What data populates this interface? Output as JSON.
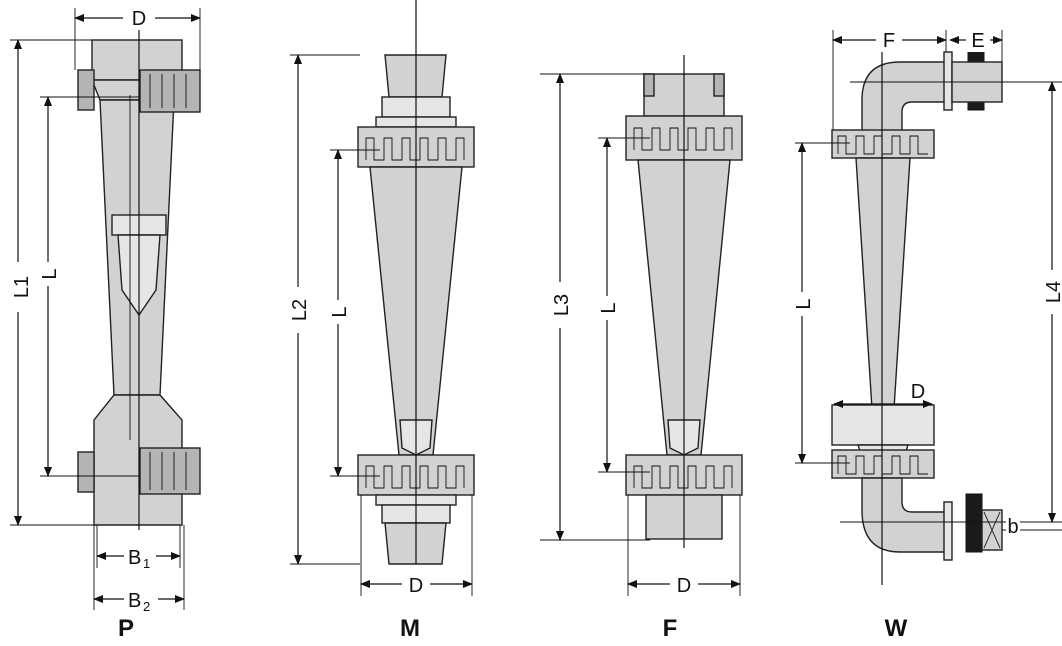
{
  "views": {
    "P": {
      "title": "P",
      "dims": {
        "D": "D",
        "L1": "L1",
        "L": "L",
        "B1": "B",
        "B1_sub": "1",
        "B2": "B",
        "B2_sub": "2"
      }
    },
    "M": {
      "title": "M",
      "dims": {
        "L2": "L2",
        "L": "L",
        "D": "D"
      }
    },
    "F": {
      "title": "F",
      "dims": {
        "L3": "L3",
        "L": "L",
        "D": "D"
      }
    },
    "W": {
      "title": "W",
      "dims": {
        "F": "F",
        "E": "E",
        "L": "L",
        "D": "D",
        "L4": "L4",
        "b": "b"
      }
    }
  },
  "colors": {
    "body": "#d2d2d2",
    "shade": "#b4b4b4",
    "line": "#111111"
  }
}
